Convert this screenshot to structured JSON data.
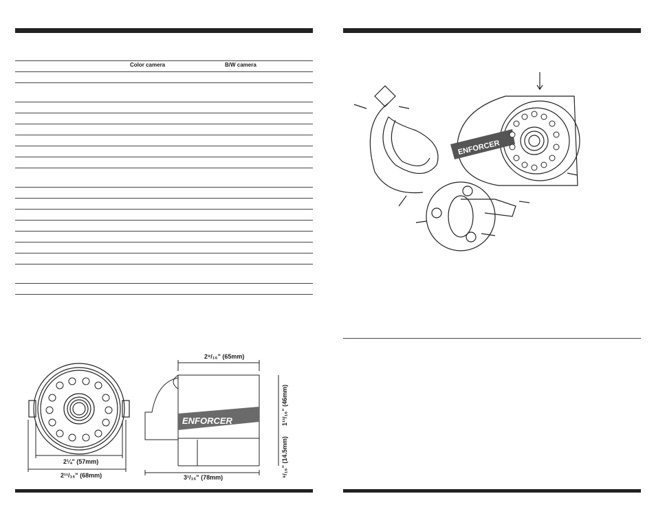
{
  "spec_table": {
    "col_color": "Color camera",
    "col_bw": "B/W camera",
    "row_heights": [
      "s",
      "s",
      "t",
      "s",
      "s",
      "s",
      "s",
      "s",
      "s",
      "t",
      "s",
      "s",
      "s",
      "s",
      "s",
      "s",
      "s",
      "t",
      "s"
    ]
  },
  "front_view": {
    "width_inner": "2¼\" (57mm)",
    "width_outer": "2¹¹/₁₆\" (68mm)"
  },
  "side_view": {
    "brand": "ENFORCER",
    "top_width": "2⁹/₁₆\" (65mm)",
    "bottom_width": "3¹/₁₆\" (78mm)",
    "height_main": "1¹³/₁₆\" (46mm)",
    "height_base": "⁹/₁₆\" (14.5mm)"
  },
  "product_drawing": {
    "brand": "ENFORCER"
  }
}
